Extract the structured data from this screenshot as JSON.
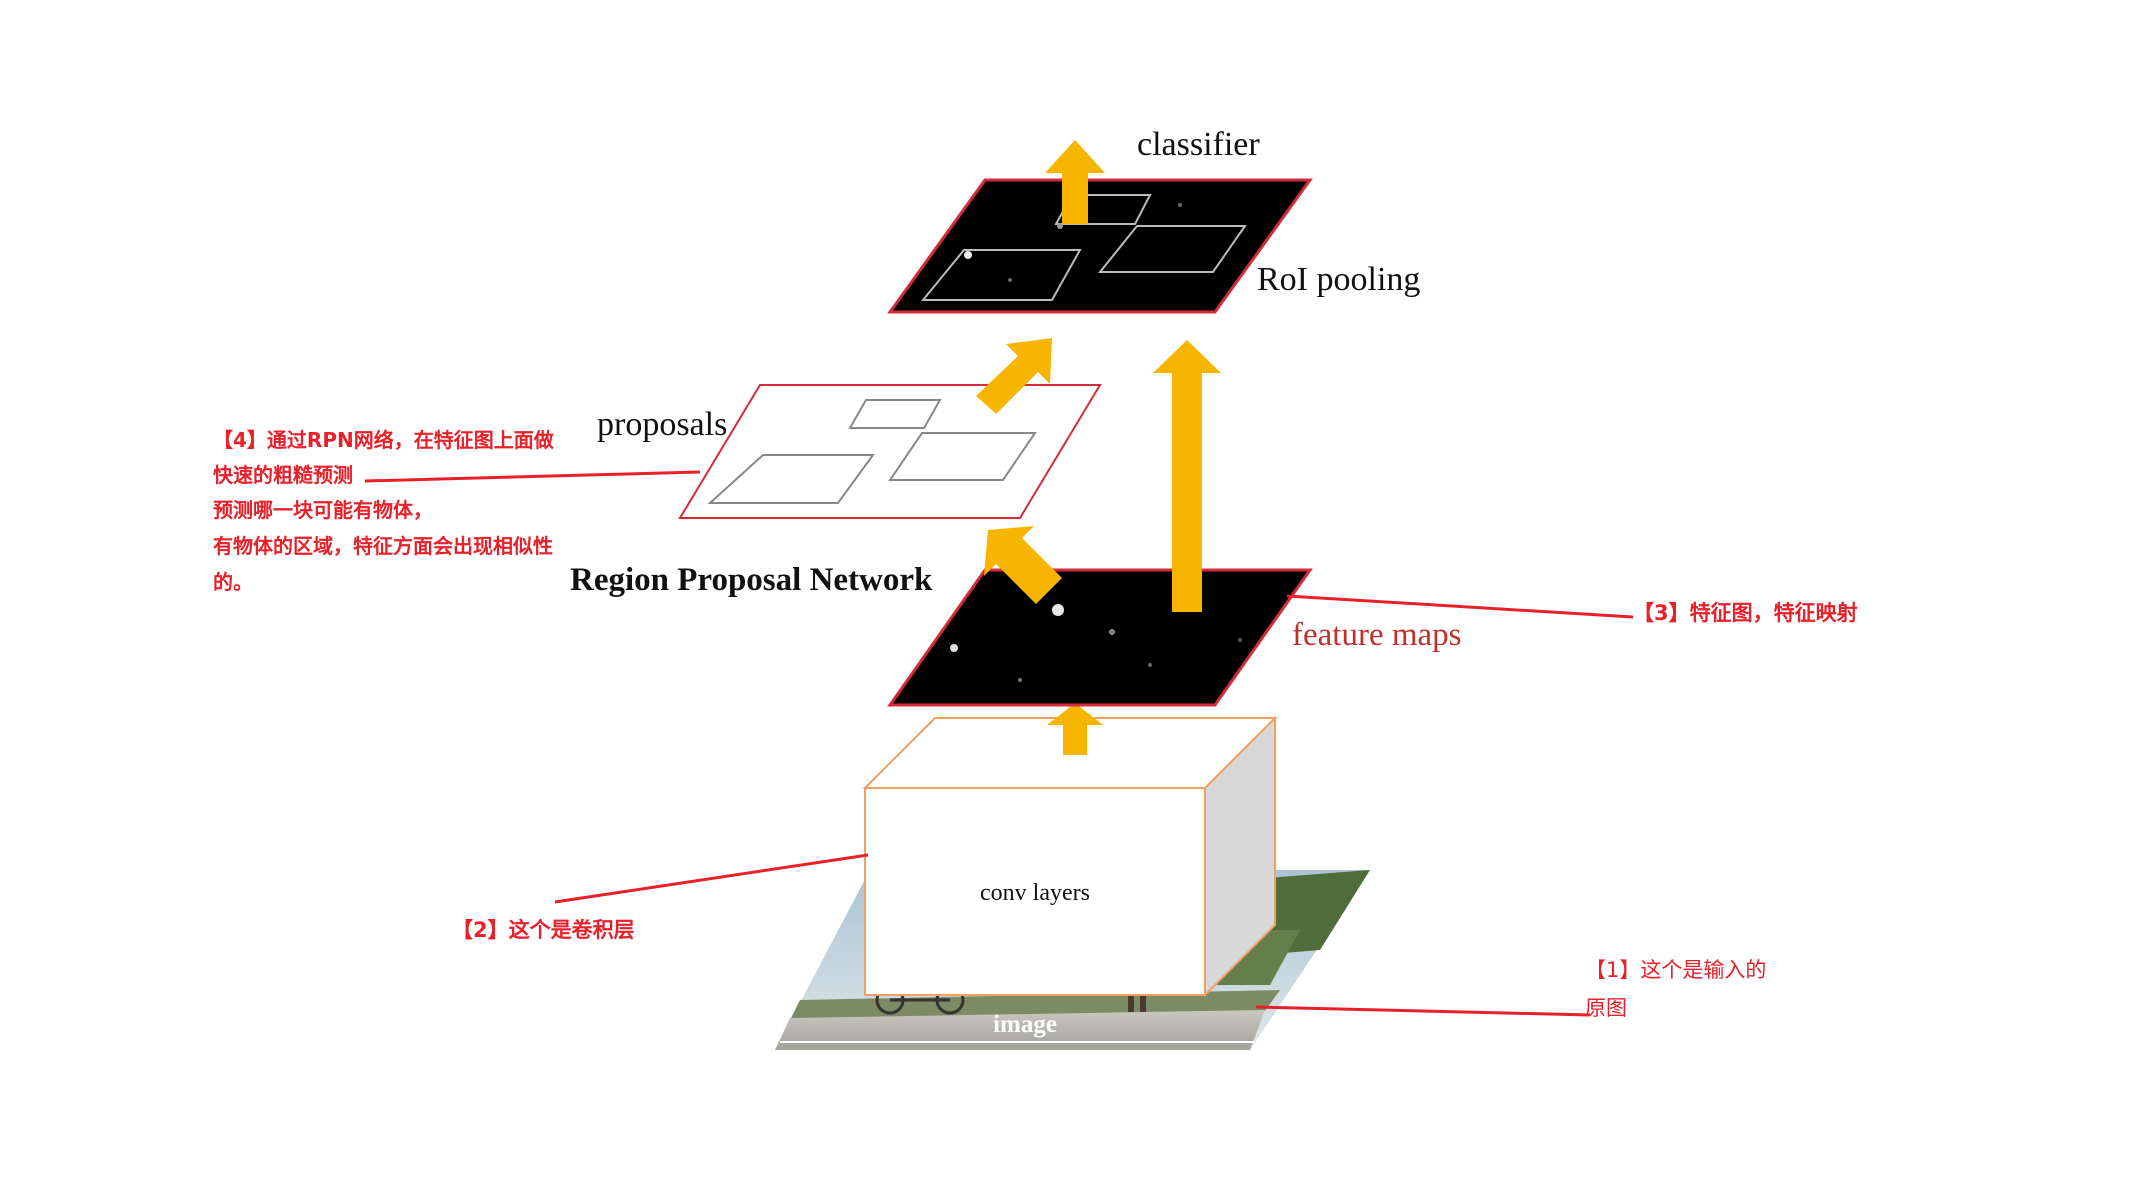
{
  "diagram": {
    "labels": {
      "classifier": "classifier",
      "roi_pooling": "RoI pooling",
      "proposals": "proposals",
      "rpn": "Region Proposal Network",
      "feature_maps": "feature maps",
      "conv_layers": "conv layers",
      "image": "image"
    },
    "annotations": {
      "note1": [
        "【1】这个是输入的",
        "原图"
      ],
      "note2": "【2】这个是卷积层",
      "note3": "【3】特征图，特征映射",
      "note4": [
        "【4】通过RPN网络，在特征图上面做",
        "快速的粗糙预测",
        "预测哪一块可能有物体，",
        "有物体的区域，特征方面会出现相似性",
        "的。"
      ]
    },
    "colors": {
      "arrow": "#f7b500",
      "annotation": "#e8202a",
      "map_fill": "#000000",
      "map_border": "#d42b3b",
      "box_edge": "#f0a060"
    }
  }
}
